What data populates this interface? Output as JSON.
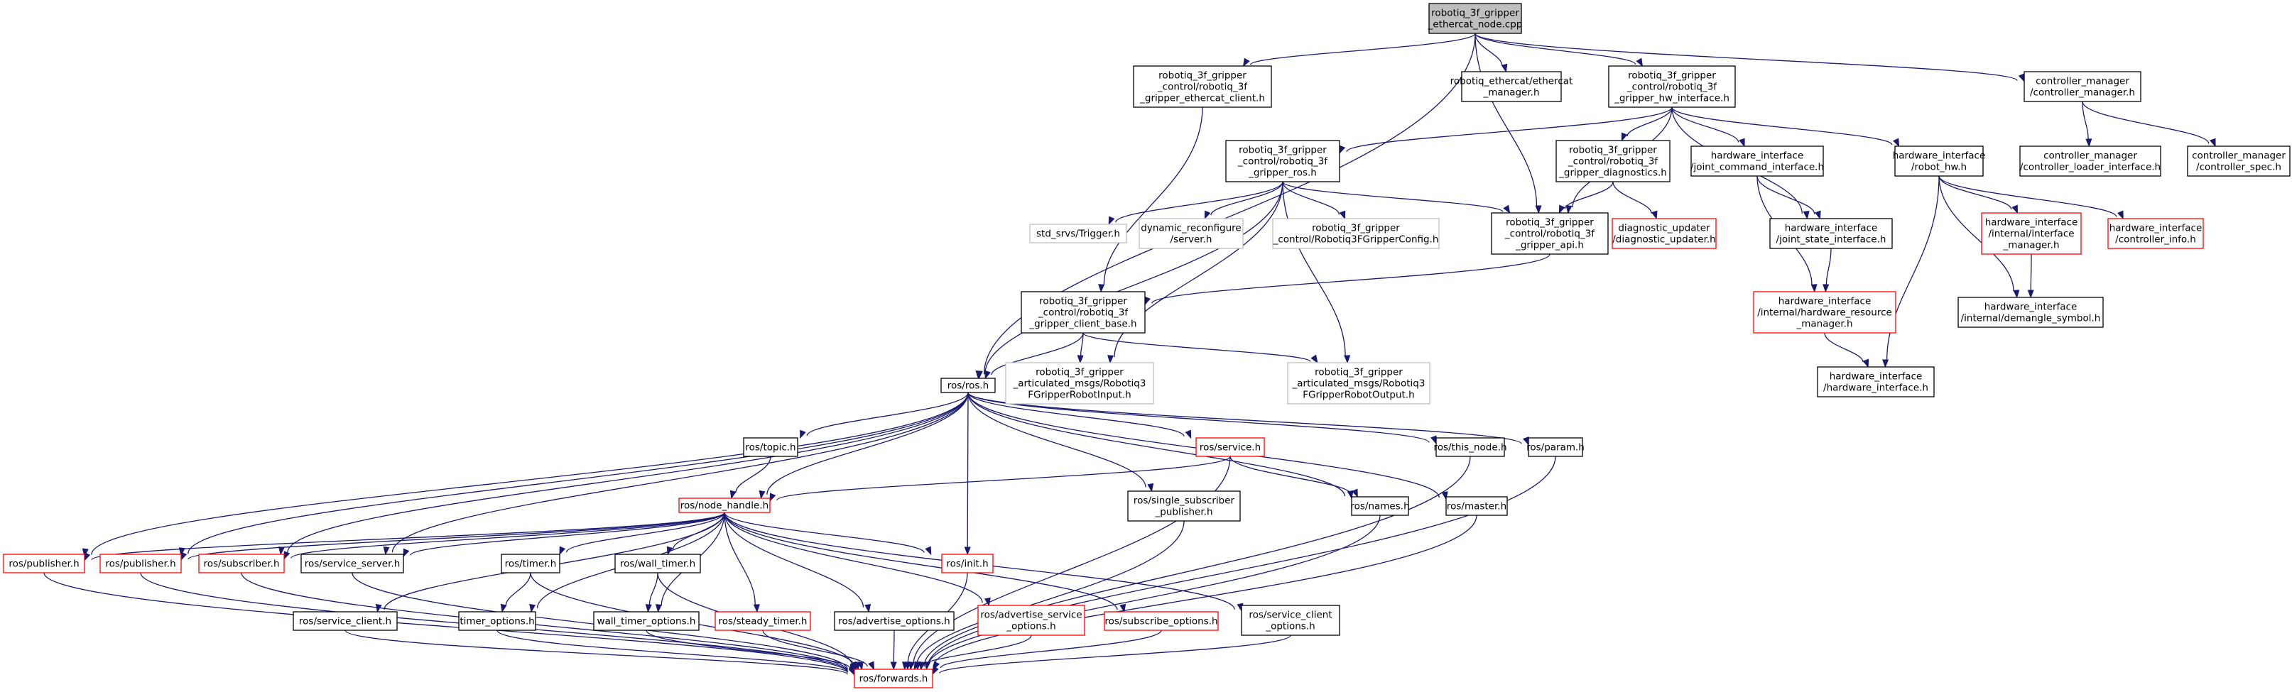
{
  "colors": {
    "edge": "#191970",
    "normal_border": "#000000",
    "red_border": "#ff0000",
    "gray_border": "#bfbfbf",
    "root_fill": "#bfbfbf",
    "fill": "#ffffff"
  },
  "nodes": [
    {
      "id": "root",
      "lines": [
        "robotiq_3f_gripper",
        "_ethercat_node.cpp"
      ],
      "kind": "root"
    },
    {
      "id": "ethercat_client",
      "lines": [
        "robotiq_3f_gripper",
        "_control/robotiq_3f",
        "_gripper_ethercat_client.h"
      ],
      "kind": "normal"
    },
    {
      "id": "ethercat_manager",
      "lines": [
        "robotiq_ethercat/ethercat",
        "_manager.h"
      ],
      "kind": "normal"
    },
    {
      "id": "hw_interface",
      "lines": [
        "robotiq_3f_gripper",
        "_control/robotiq_3f",
        "_gripper_hw_interface.h"
      ],
      "kind": "normal"
    },
    {
      "id": "cm",
      "lines": [
        "controller_manager",
        "/controller_manager.h"
      ],
      "kind": "normal"
    },
    {
      "id": "gripper_ros",
      "lines": [
        "robotiq_3f_gripper",
        "_control/robotiq_3f",
        "_gripper_ros.h"
      ],
      "kind": "normal"
    },
    {
      "id": "diagnostics",
      "lines": [
        "robotiq_3f_gripper",
        "_control/robotiq_3f",
        "_gripper_diagnostics.h"
      ],
      "kind": "normal"
    },
    {
      "id": "jci",
      "lines": [
        "hardware_interface",
        "/joint_command_interface.h"
      ],
      "kind": "normal"
    },
    {
      "id": "robot_hw",
      "lines": [
        "hardware_interface",
        "/robot_hw.h"
      ],
      "kind": "normal"
    },
    {
      "id": "cli",
      "lines": [
        "controller_manager",
        "/controller_loader_interface.h"
      ],
      "kind": "normal"
    },
    {
      "id": "cspec",
      "lines": [
        "controller_manager",
        "/controller_spec.h"
      ],
      "kind": "normal"
    },
    {
      "id": "trigger",
      "lines": [
        "std_srvs/Trigger.h"
      ],
      "kind": "gray"
    },
    {
      "id": "dyn",
      "lines": [
        "dynamic_reconfigure",
        "/server.h"
      ],
      "kind": "gray"
    },
    {
      "id": "config",
      "lines": [
        "robotiq_3f_gripper",
        "_control/Robotiq3FGripperConfig.h"
      ],
      "kind": "gray"
    },
    {
      "id": "api",
      "lines": [
        "robotiq_3f_gripper",
        "_control/robotiq_3f",
        "_gripper_api.h"
      ],
      "kind": "normal"
    },
    {
      "id": "diag_updater",
      "lines": [
        "diagnostic_updater",
        "/diagnostic_updater.h"
      ],
      "kind": "red"
    },
    {
      "id": "jsi",
      "lines": [
        "hardware_interface",
        "/joint_state_interface.h"
      ],
      "kind": "normal"
    },
    {
      "id": "ii_manager",
      "lines": [
        "hardware_interface",
        "/internal/interface",
        "_manager.h"
      ],
      "kind": "red"
    },
    {
      "id": "cinfo",
      "lines": [
        "hardware_interface",
        "/controller_info.h"
      ],
      "kind": "red"
    },
    {
      "id": "client_base",
      "lines": [
        "robotiq_3f_gripper",
        "_control/robotiq_3f",
        "_gripper_client_base.h"
      ],
      "kind": "normal"
    },
    {
      "id": "hrm",
      "lines": [
        "hardware_interface",
        "/internal/hardware_resource",
        "_manager.h"
      ],
      "kind": "red"
    },
    {
      "id": "demangle",
      "lines": [
        "hardware_interface",
        "/internal/demangle_symbol.h"
      ],
      "kind": "normal"
    },
    {
      "id": "ros",
      "lines": [
        "ros/ros.h"
      ],
      "kind": "normal"
    },
    {
      "id": "input",
      "lines": [
        "robotiq_3f_gripper",
        "_articulated_msgs/Robotiq3",
        "FGripperRobotInput.h"
      ],
      "kind": "gray"
    },
    {
      "id": "output",
      "lines": [
        "robotiq_3f_gripper",
        "_articulated_msgs/Robotiq3",
        "FGripperRobotOutput.h"
      ],
      "kind": "gray"
    },
    {
      "id": "hwi",
      "lines": [
        "hardware_interface",
        "/hardware_interface.h"
      ],
      "kind": "normal"
    },
    {
      "id": "topic",
      "lines": [
        "ros/topic.h"
      ],
      "kind": "normal"
    },
    {
      "id": "service",
      "lines": [
        "ros/service.h"
      ],
      "kind": "red"
    },
    {
      "id": "this_node",
      "lines": [
        "ros/this_node.h"
      ],
      "kind": "normal"
    },
    {
      "id": "param",
      "lines": [
        "ros/param.h"
      ],
      "kind": "normal"
    },
    {
      "id": "node_handle",
      "lines": [
        "ros/node_handle.h"
      ],
      "kind": "red"
    },
    {
      "id": "ssp",
      "lines": [
        "ros/single_subscriber",
        "_publisher.h"
      ],
      "kind": "normal"
    },
    {
      "id": "names",
      "lines": [
        "ros/names.h"
      ],
      "kind": "normal"
    },
    {
      "id": "master",
      "lines": [
        "ros/master.h"
      ],
      "kind": "normal"
    },
    {
      "id": "pub1",
      "lines": [
        "ros/publisher.h"
      ],
      "kind": "red"
    },
    {
      "id": "pub2",
      "lines": [
        "ros/publisher.h"
      ],
      "kind": "red"
    },
    {
      "id": "subscriber",
      "lines": [
        "ros/subscriber.h"
      ],
      "kind": "red"
    },
    {
      "id": "service_server",
      "lines": [
        "ros/service_server.h"
      ],
      "kind": "normal"
    },
    {
      "id": "timer",
      "lines": [
        "ros/timer.h"
      ],
      "kind": "normal"
    },
    {
      "id": "wall_timer",
      "lines": [
        "ros/wall_timer.h"
      ],
      "kind": "normal"
    },
    {
      "id": "init",
      "lines": [
        "ros/init.h"
      ],
      "kind": "red"
    },
    {
      "id": "service_client",
      "lines": [
        "ros/service_client.h"
      ],
      "kind": "normal"
    },
    {
      "id": "timer_options",
      "lines": [
        "timer_options.h"
      ],
      "kind": "normal"
    },
    {
      "id": "wall_timer_options",
      "lines": [
        "wall_timer_options.h"
      ],
      "kind": "normal"
    },
    {
      "id": "steady_timer",
      "lines": [
        "ros/steady_timer.h"
      ],
      "kind": "red"
    },
    {
      "id": "adv_options",
      "lines": [
        "ros/advertise_options.h"
      ],
      "kind": "normal"
    },
    {
      "id": "adv_service_options",
      "lines": [
        "ros/advertise_service",
        "_options.h"
      ],
      "kind": "red"
    },
    {
      "id": "sub_options",
      "lines": [
        "ros/subscribe_options.h"
      ],
      "kind": "red"
    },
    {
      "id": "service_client_options",
      "lines": [
        "ros/service_client",
        "_options.h"
      ],
      "kind": "normal"
    },
    {
      "id": "forwards",
      "lines": [
        "ros/forwards.h"
      ],
      "kind": "red"
    }
  ],
  "edges": [
    [
      "root",
      "ethercat_client"
    ],
    [
      "root",
      "ethercat_manager"
    ],
    [
      "root",
      "hw_interface"
    ],
    [
      "root",
      "cm"
    ],
    [
      "root",
      "ros"
    ],
    [
      "root",
      "api"
    ],
    [
      "ethercat_client",
      "client_base"
    ],
    [
      "hw_interface",
      "gripper_ros"
    ],
    [
      "hw_interface",
      "diagnostics"
    ],
    [
      "hw_interface",
      "jci"
    ],
    [
      "hw_interface",
      "robot_hw"
    ],
    [
      "hw_interface",
      "api"
    ],
    [
      "hw_interface",
      "jsi"
    ],
    [
      "cm",
      "cli"
    ],
    [
      "cm",
      "cspec"
    ],
    [
      "gripper_ros",
      "trigger"
    ],
    [
      "gripper_ros",
      "dyn"
    ],
    [
      "gripper_ros",
      "config"
    ],
    [
      "gripper_ros",
      "api"
    ],
    [
      "gripper_ros",
      "ros"
    ],
    [
      "gripper_ros",
      "input"
    ],
    [
      "gripper_ros",
      "output"
    ],
    [
      "diagnostics",
      "api"
    ],
    [
      "diagnostics",
      "diag_updater"
    ],
    [
      "jci",
      "jsi"
    ],
    [
      "jci",
      "hrm"
    ],
    [
      "robot_hw",
      "ii_manager"
    ],
    [
      "robot_hw",
      "cinfo"
    ],
    [
      "robot_hw",
      "demangle"
    ],
    [
      "robot_hw",
      "hwi"
    ],
    [
      "api",
      "client_base"
    ],
    [
      "jsi",
      "hrm"
    ],
    [
      "ii_manager",
      "demangle"
    ],
    [
      "hrm",
      "hwi"
    ],
    [
      "client_base",
      "ros"
    ],
    [
      "client_base",
      "input"
    ],
    [
      "client_base",
      "output"
    ],
    [
      "ros",
      "topic"
    ],
    [
      "ros",
      "service"
    ],
    [
      "ros",
      "this_node"
    ],
    [
      "ros",
      "param"
    ],
    [
      "ros",
      "node_handle"
    ],
    [
      "ros",
      "ssp"
    ],
    [
      "ros",
      "names"
    ],
    [
      "ros",
      "master"
    ],
    [
      "ros",
      "pub1"
    ],
    [
      "ros",
      "pub2"
    ],
    [
      "ros",
      "subscriber"
    ],
    [
      "ros",
      "service_server"
    ],
    [
      "ros",
      "init"
    ],
    [
      "topic",
      "node_handle"
    ],
    [
      "service",
      "node_handle"
    ],
    [
      "service",
      "names"
    ],
    [
      "service",
      "forwards"
    ],
    [
      "this_node",
      "forwards"
    ],
    [
      "param",
      "forwards"
    ],
    [
      "node_handle",
      "pub1"
    ],
    [
      "node_handle",
      "pub2"
    ],
    [
      "node_handle",
      "subscriber"
    ],
    [
      "node_handle",
      "service_server"
    ],
    [
      "node_handle",
      "timer"
    ],
    [
      "node_handle",
      "wall_timer"
    ],
    [
      "node_handle",
      "init"
    ],
    [
      "node_handle",
      "service_client"
    ],
    [
      "node_handle",
      "timer_options"
    ],
    [
      "node_handle",
      "wall_timer_options"
    ],
    [
      "node_handle",
      "steady_timer"
    ],
    [
      "node_handle",
      "adv_options"
    ],
    [
      "node_handle",
      "adv_service_options"
    ],
    [
      "node_handle",
      "sub_options"
    ],
    [
      "node_handle",
      "service_client_options"
    ],
    [
      "ssp",
      "forwards"
    ],
    [
      "names",
      "forwards"
    ],
    [
      "master",
      "forwards"
    ],
    [
      "pub1",
      "forwards"
    ],
    [
      "pub2",
      "forwards"
    ],
    [
      "subscriber",
      "forwards"
    ],
    [
      "service_server",
      "forwards"
    ],
    [
      "timer",
      "timer_options"
    ],
    [
      "timer",
      "forwards"
    ],
    [
      "wall_timer",
      "wall_timer_options"
    ],
    [
      "wall_timer",
      "forwards"
    ],
    [
      "init",
      "forwards"
    ],
    [
      "service_client",
      "forwards"
    ],
    [
      "timer_options",
      "forwards"
    ],
    [
      "wall_timer_options",
      "forwards"
    ],
    [
      "steady_timer",
      "forwards"
    ],
    [
      "adv_options",
      "forwards"
    ],
    [
      "adv_service_options",
      "forwards"
    ],
    [
      "sub_options",
      "forwards"
    ],
    [
      "service_client_options",
      "forwards"
    ]
  ]
}
